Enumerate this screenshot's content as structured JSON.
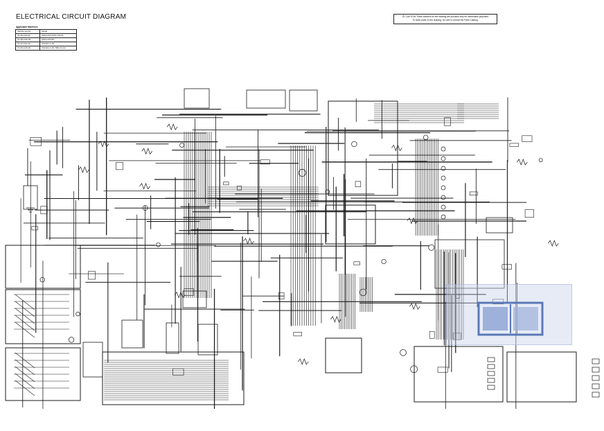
{
  "header": {
    "title": "ELECTRICAL CIRCUIT DIAGRAM",
    "applicability_heading": "Applicable Machines"
  },
  "models_table": {
    "columns": [
      "Vehicle set No.",
      "Model"
    ],
    "rows": [
      [
        "X1.06-12S-00",
        "ZS1S-24V 51V1-CN-15"
      ],
      [
        "X1.0M-12S-00",
        "ZS1S-24V-50"
      ],
      [
        "X1.02-12S-00",
        "ZS1S04-C-50"
      ],
      [
        "X1.0M-12S-00",
        "ZS1S04-C-50 TBD-CN-02"
      ]
    ]
  },
  "caution": {
    "icon": "warning-triangle-icon",
    "line1": "CAUTION: Parts numbers on the drawing are provided only for information purposes.",
    "line2": "To order parts on the drawing, be sure to consult the Parts Catalog."
  },
  "watermark": {
    "icon": "manual-book-icon",
    "tint": "#c8d2eb"
  }
}
